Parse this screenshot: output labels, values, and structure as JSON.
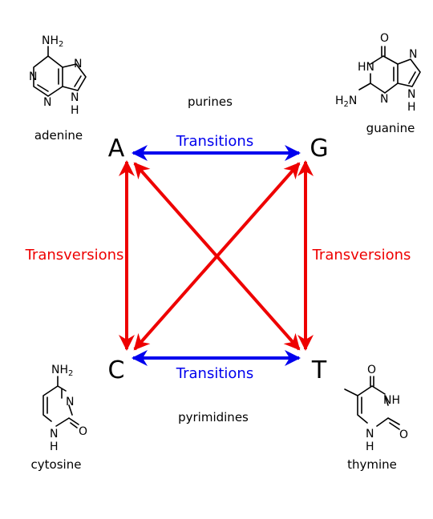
{
  "nucleotides": {
    "a": {
      "letter": "A",
      "name": "adenine"
    },
    "g": {
      "letter": "G",
      "name": "guanine"
    },
    "c": {
      "letter": "C",
      "name": "cytosine"
    },
    "t": {
      "letter": "T",
      "name": "thymine"
    }
  },
  "groups": {
    "top": "purines",
    "bottom": "pyrimidines"
  },
  "mutations": {
    "transition_top": "Transitions",
    "transition_bottom": "Transitions",
    "transversion_left": "Transversions",
    "transversion_right": "Transversions"
  },
  "atoms": {
    "nh2": "NH",
    "h2n": "H",
    "sub2": "2",
    "n": "N",
    "h": "H",
    "o": "O",
    "hn": "HN",
    "nh": "NH",
    "h2n_n": "N"
  },
  "colors": {
    "transition": "#0000ee",
    "transversion": "#ee0000",
    "text": "#000000"
  }
}
